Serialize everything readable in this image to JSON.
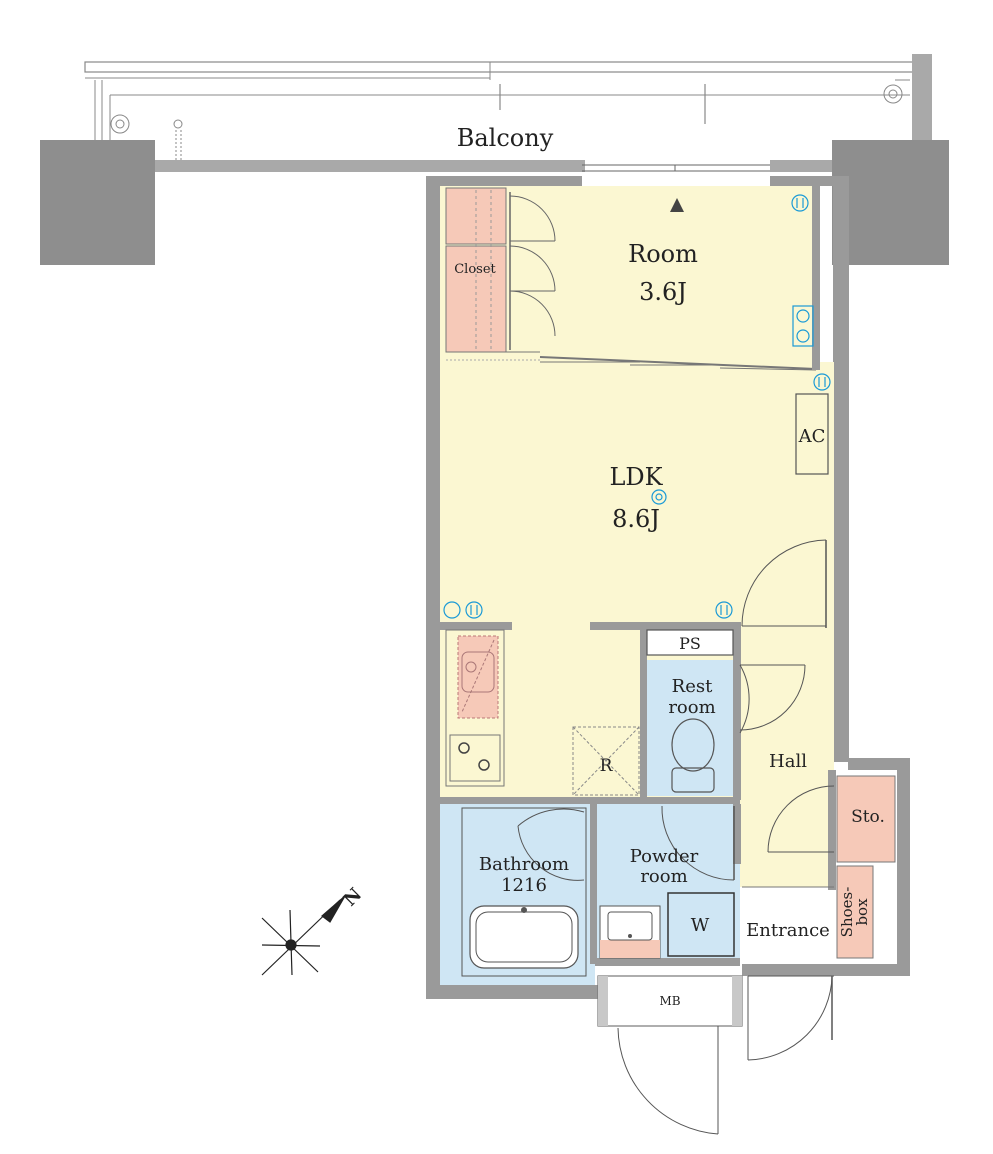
{
  "labels": {
    "balcony": "Balcony",
    "room": "Room",
    "room_size": "3.6J",
    "closet": "Closet",
    "ldk": "LDK",
    "ldk_size": "8.6J",
    "ac": "AC",
    "ps": "PS",
    "rest_room_1": "Rest",
    "rest_room_2": "room",
    "hall": "Hall",
    "sto": "Sto.",
    "bathroom": "Bathroom",
    "bathroom_size": "1216",
    "powder_1": "Powder",
    "powder_2": "room",
    "washer": "W",
    "entrance": "Entrance",
    "shoes_1": "Shoes-",
    "shoes_2": "box",
    "mb": "MB",
    "fridge": "R",
    "north": "N"
  },
  "colors": {
    "wall": "#9a9a9a",
    "living": "#fbf7d2",
    "wet": "#cfe6f4",
    "storage": "#f6c9b8",
    "outlet": "#1a9ad6",
    "line": "#555555"
  }
}
